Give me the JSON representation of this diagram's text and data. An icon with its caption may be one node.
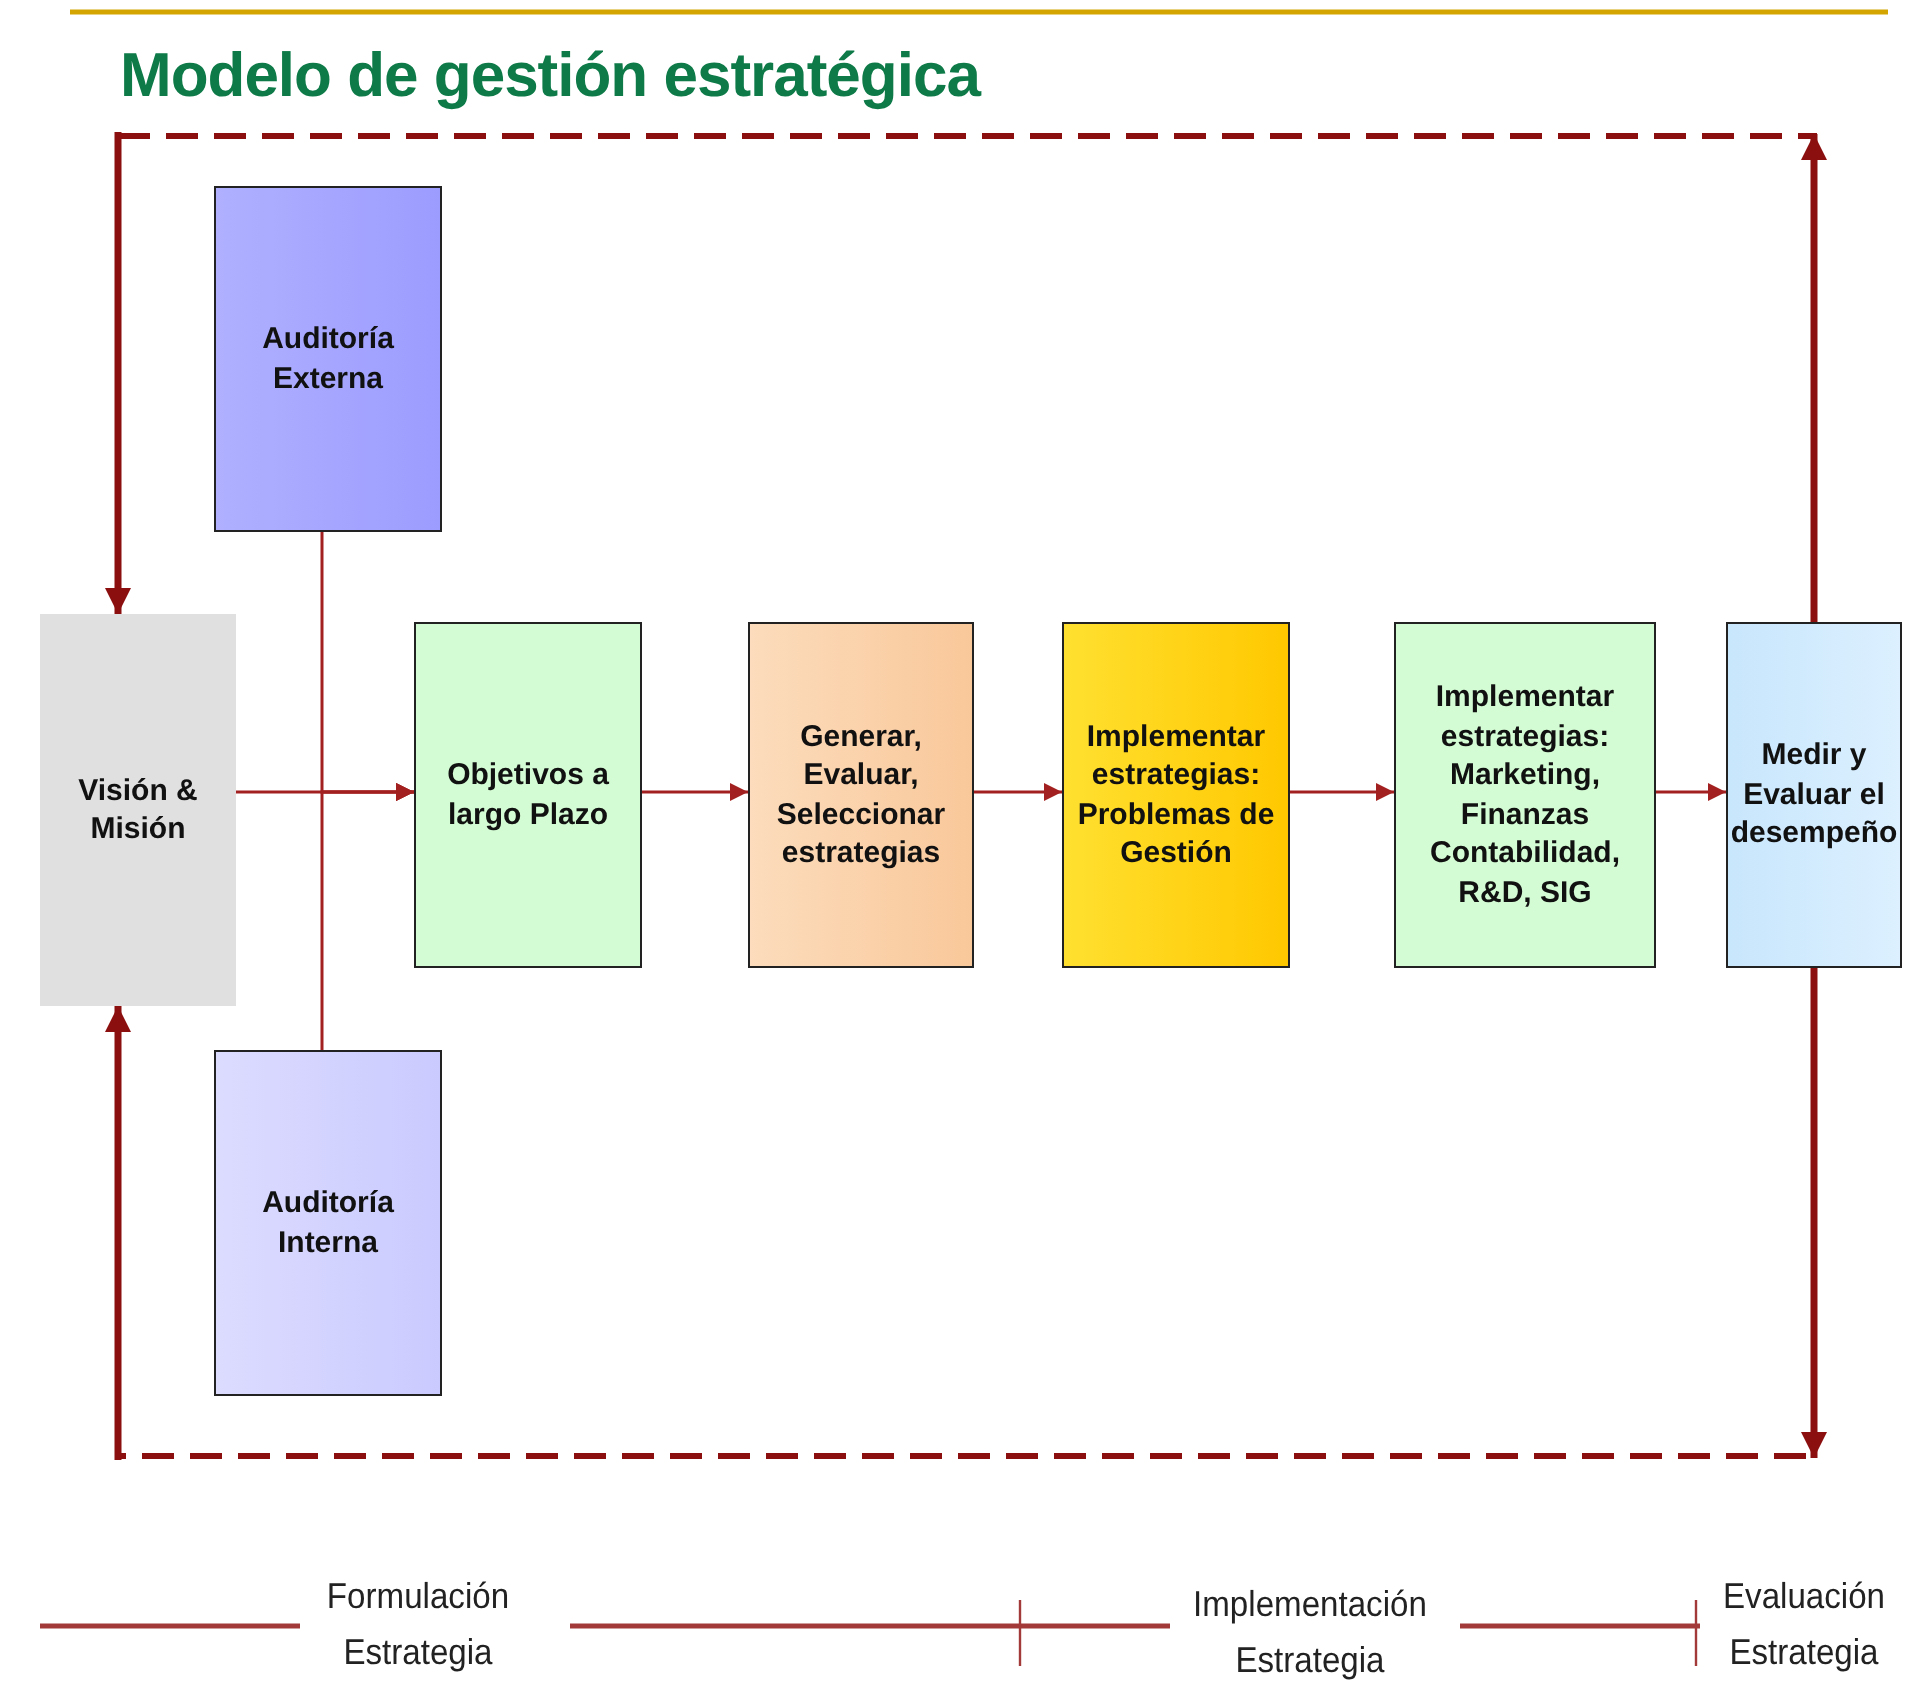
{
  "diagram": {
    "title": "Modelo de gestión estratégica",
    "nodes": [
      {
        "text": [
          "Auditoría Externa"
        ]
      },
      {
        "text": [
          "Visión & Misión"
        ]
      },
      {
        "text": [
          "Objetivos a largo Plazo"
        ]
      },
      {
        "text": [
          "Generar, Evaluar, Seleccionar estrategias"
        ]
      },
      {
        "text": [
          "Implementar estrategias: Problemas de Gestión"
        ]
      },
      {
        "text": [
          "Implementar estrategias: Marketing, Finanzas Contabilidad, R&D, SIG"
        ]
      },
      {
        "text": [
          "Medir y Evaluar el desempeño"
        ]
      },
      {
        "text": [
          "Auditoría Interna"
        ]
      }
    ],
    "edges": [
      {
        "from": 1,
        "to": 2,
        "arrow": "to"
      },
      {
        "from": 0,
        "to": 2,
        "arrow": "to"
      },
      {
        "from": 7,
        "to": 2,
        "arrow": "to"
      },
      {
        "from": 2,
        "to": 3,
        "arrow": "to"
      },
      {
        "from": 3,
        "to": 4,
        "arrow": "to"
      },
      {
        "from": 4,
        "to": 5,
        "arrow": "to"
      },
      {
        "from": 5,
        "to": 6,
        "arrow": "to"
      },
      {
        "from": 6,
        "to": null,
        "arrow": "to",
        "style": "thick"
      },
      {
        "from": null,
        "to": 1,
        "arrow": "to",
        "style": "thick"
      },
      {
        "from": 6,
        "to": null,
        "arrow": "to",
        "style": "thick"
      },
      {
        "from": null,
        "to": 1,
        "arrow": "to",
        "style": "thick"
      }
    ],
    "labels": [
      "Formulación Estrategia",
      "Implementación Estrategia",
      "Evaluación Estrategia"
    ]
  }
}
